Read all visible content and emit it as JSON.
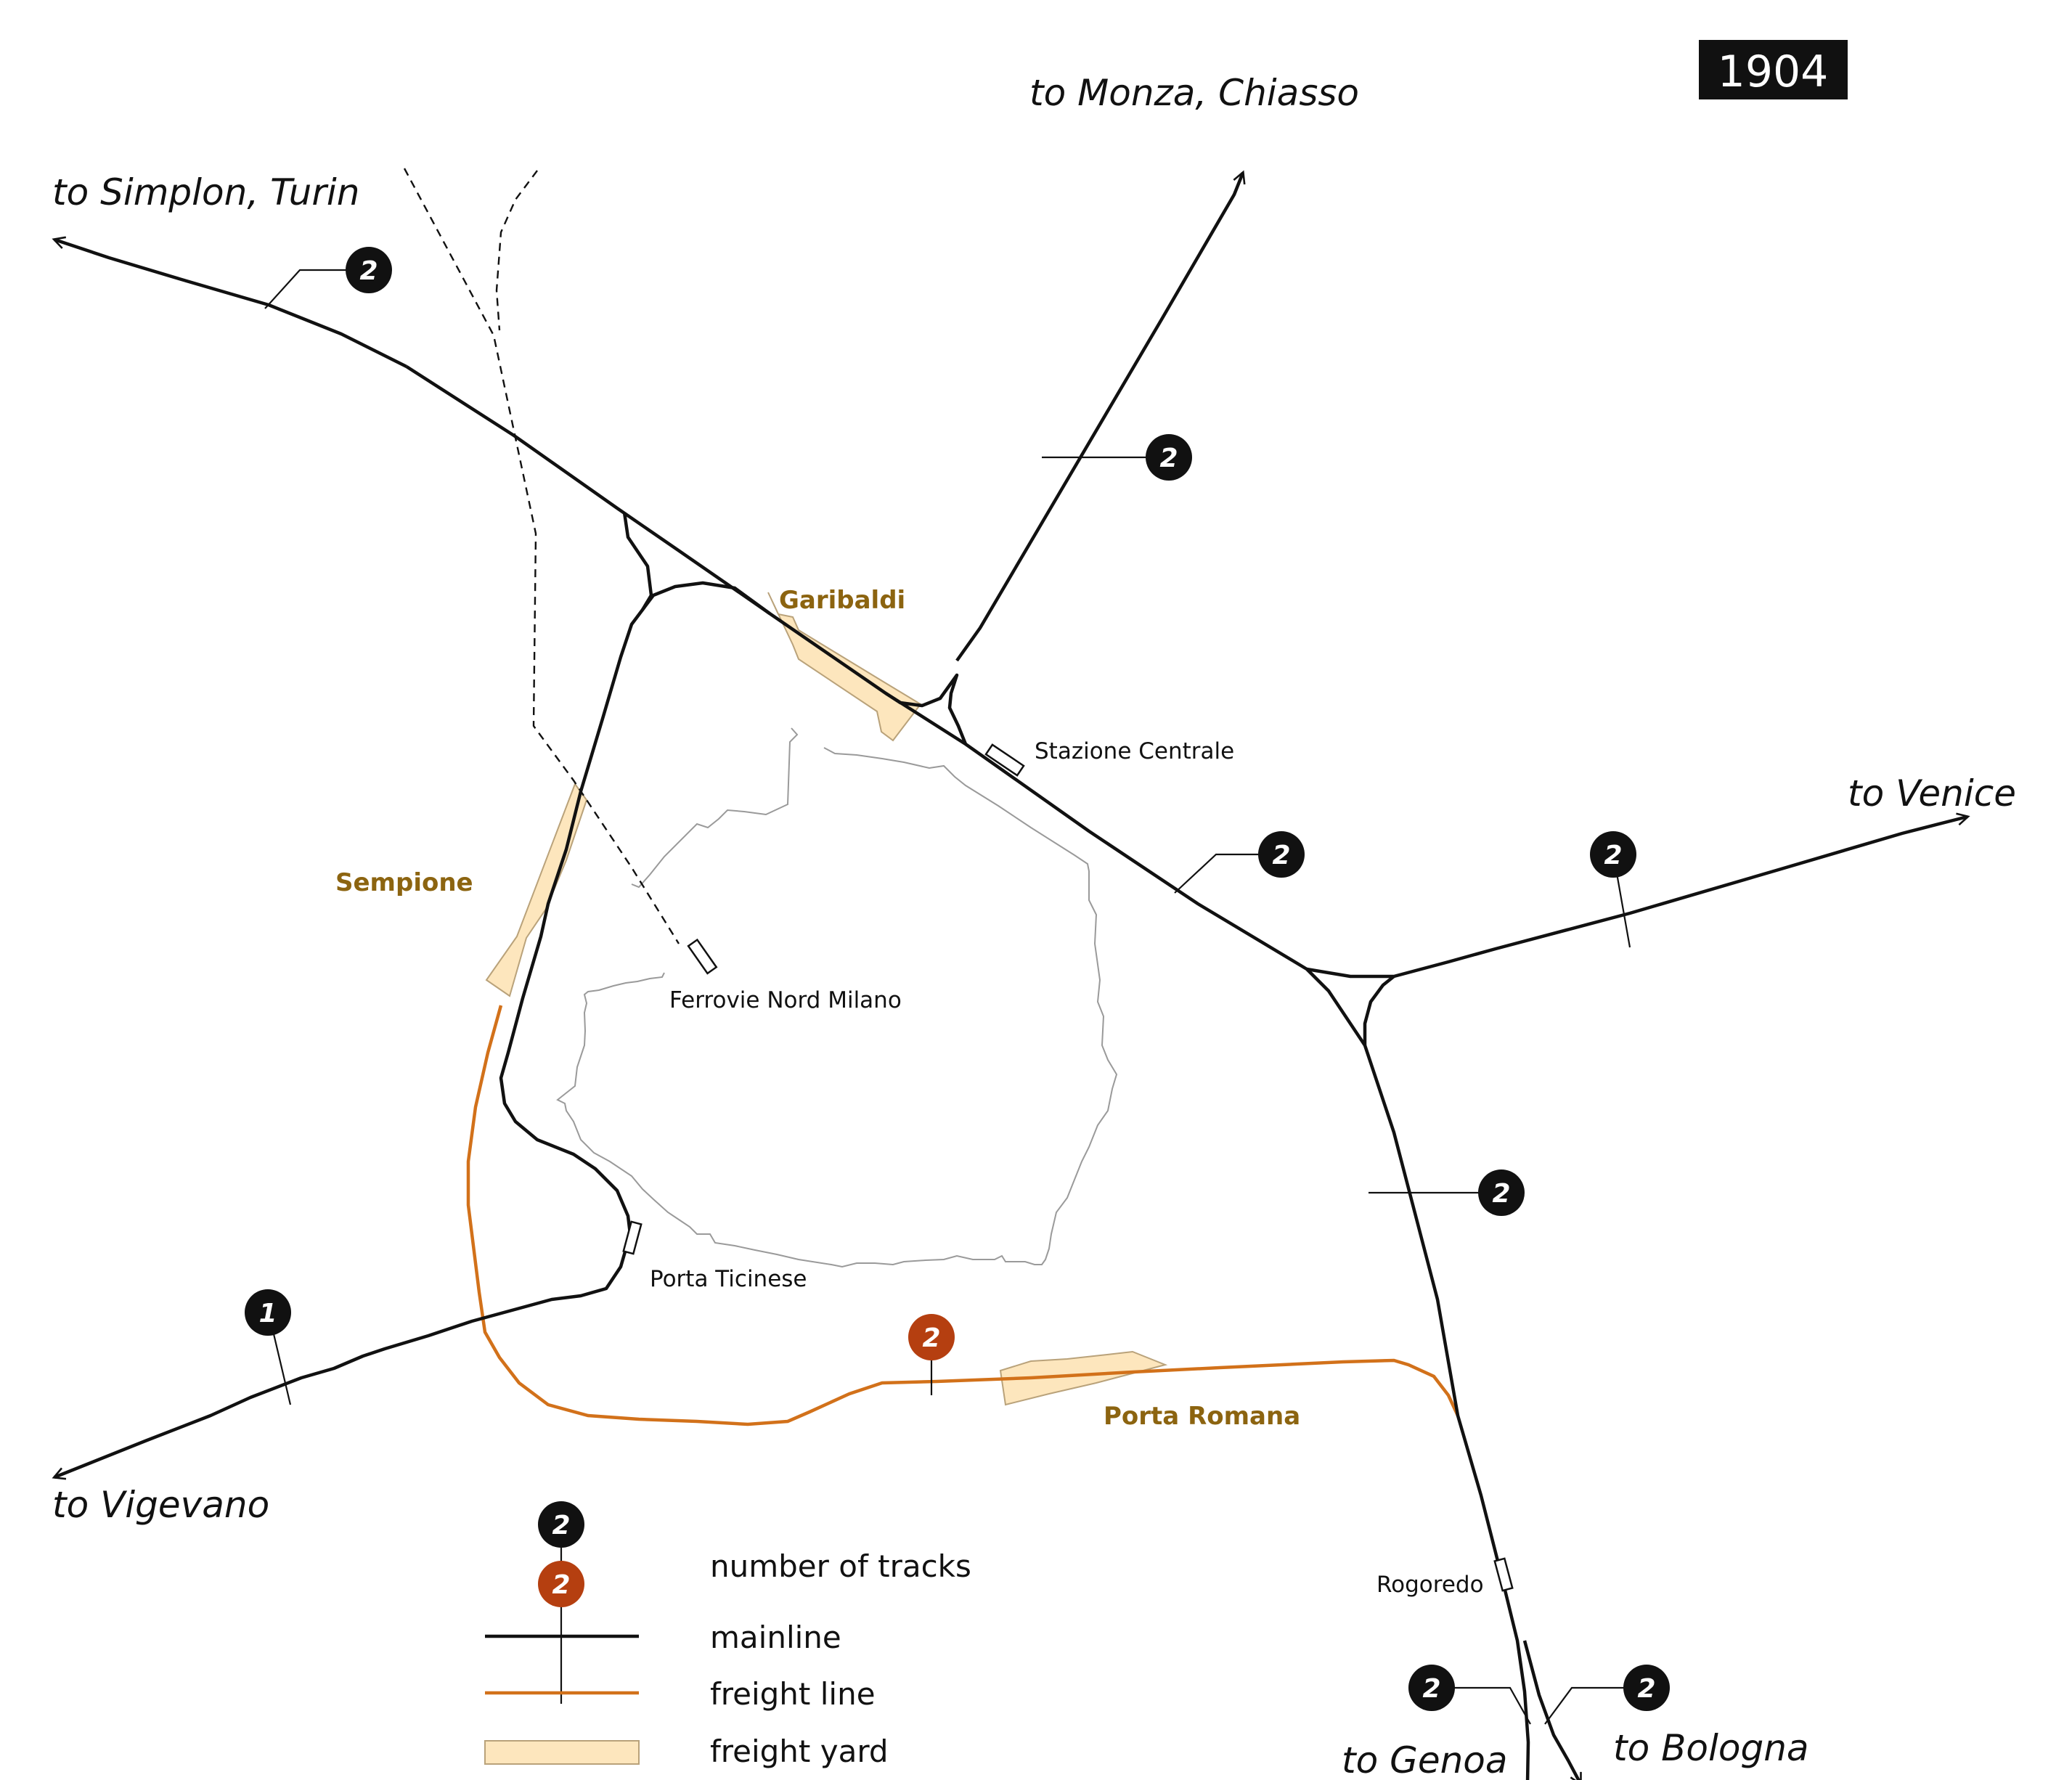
{
  "year": "1904",
  "destinations": {
    "simplon": "to Simplon, Turin",
    "monza": "to Monza, Chiasso",
    "venice": "to Venice",
    "vigevano": "to Vigevano",
    "genoa": "to Genoa",
    "bologna": "to Bologna"
  },
  "stations": {
    "centrale": "Stazione Centrale",
    "fnm": "Ferrovie Nord Milano",
    "ticinese": "Porta Ticinese",
    "rogoredo": "Rogoredo"
  },
  "yards": {
    "garibaldi": "Garibaldi",
    "sempione": "Sempione",
    "romana": "Porta Romana"
  },
  "track_counts": {
    "simplon": "2",
    "monza": "2",
    "centrale_east": "2",
    "venice": "2",
    "south": "2",
    "vigevano": "1",
    "freight": "2",
    "genoa": "2",
    "bologna": "2"
  },
  "legend": {
    "badge_black": "2",
    "badge_orange": "2",
    "tracks": "number of tracks",
    "mainline": "mainline",
    "freight_line": "freight line",
    "freight_yard": "freight yard"
  },
  "colors": {
    "mainline": "#111111",
    "freight_line": "#d2711a",
    "freight_yard_fill": "#fde6bd",
    "freight_yard_stroke": "#b9a27a",
    "yard_label": "#8c6410",
    "city_wall": "#9a9a9a",
    "badge_black": "#111111",
    "badge_orange": "#b53f10"
  }
}
